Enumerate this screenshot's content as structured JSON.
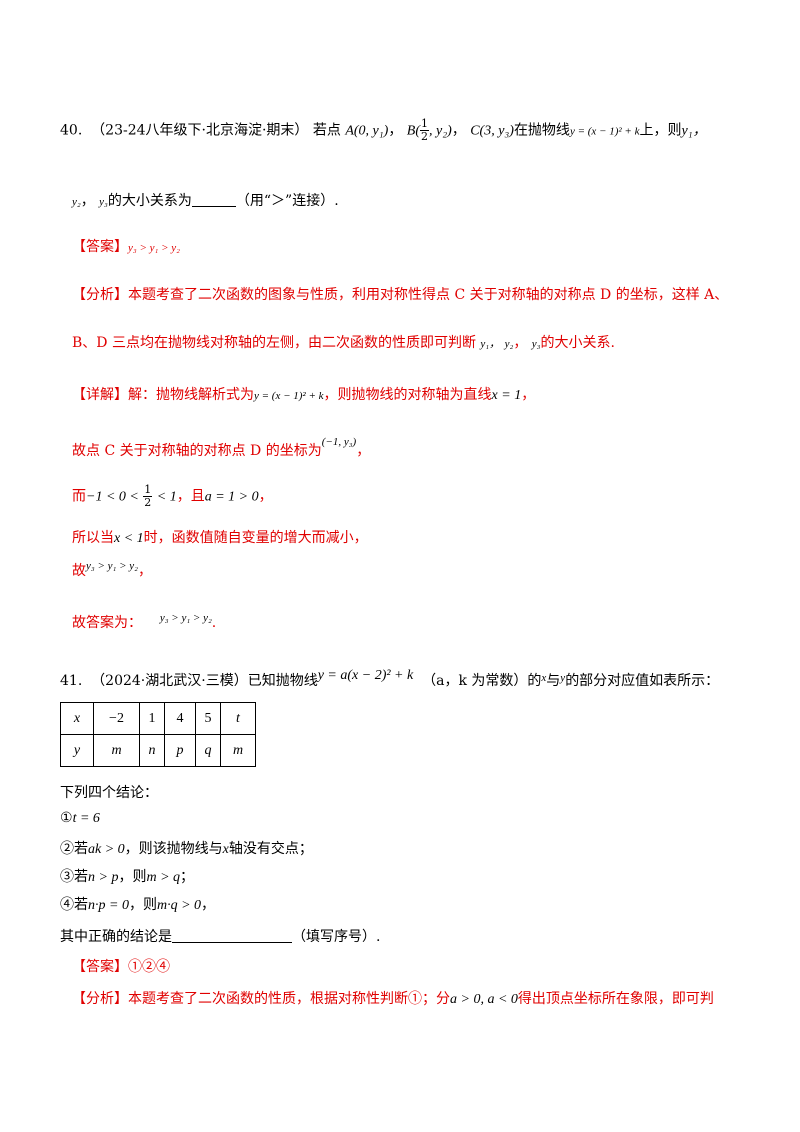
{
  "q40": {
    "number": "40.",
    "source": "（23-24八年级下·北京海淀·期末）",
    "text_a": "若点",
    "pointA": "A(0, y₁)",
    "pointB_pre": "B(",
    "pointB_num": "1",
    "pointB_den": "2",
    "pointB_post": ", y₂)",
    "pointC": "C(3, y₃)",
    "text_b": "在抛物线",
    "parabola": "y = (x − 1)² + k",
    "text_c": "上，则",
    "y1": "y₁，",
    "line2_y2": "y₂",
    "line2_y3": "y₃",
    "text_d": "的大小关系为",
    "text_e": "（用“＞”连接）.",
    "answer_label": "【答案】",
    "answer": "y₃ > y₁ > y₂",
    "analysis_label": "【分析】",
    "analysis_1": "本题考查了二次函数的图象与性质，利用对称性得点 C 关于对称轴的对称点 D 的坐标，这样 A、",
    "analysis_2a": "B、D 三点均在抛物线对称轴的左侧，由二次函数的性质即可判断",
    "analysis_2b": "的大小关系.",
    "detail_label": "【详解】",
    "detail_1a": "解：抛物线解析式为",
    "detail_1_formula": "y = (x − 1)² + k",
    "detail_1b": "，则抛物线的对称轴为直线",
    "detail_1_axis": "x = 1",
    "detail_1c": "，",
    "detail_2a": "故点 C 关于对称轴的对称点 D 的坐标为",
    "detail_2_coord": "(−1, y₃)",
    "detail_2b": "，",
    "detail_3a": "而",
    "detail_3_ineq_a": "−1 < 0 <",
    "detail_3_num": "1",
    "detail_3_den": "2",
    "detail_3_ineq_b": "< 1",
    "detail_3b": "，且",
    "detail_3_cond": "a = 1 > 0",
    "detail_3c": "，",
    "detail_4a": "所以当",
    "detail_4_cond": "x < 1",
    "detail_4b": "时，函数值随自变量的增大而减小，",
    "detail_5a": "故",
    "detail_5_rel": "y₃ > y₁ > y₂",
    "detail_5b": "，",
    "detail_6a": "故答案为：",
    "detail_6_rel": "y₃ > y₁ > y₂",
    "detail_6b": "."
  },
  "q41": {
    "number": "41.",
    "source": "（2024·湖北武汉·三模）",
    "text_a": "已知抛物线",
    "parabola": "y = a(x − 2)² + k",
    "text_b": "（a，k 为常数）的",
    "var_x": "x",
    "text_c": "与",
    "var_y": "y",
    "text_d": "的部分对应值如表所示：",
    "table": {
      "row_x": [
        "x",
        "−2",
        "1",
        "4",
        "5",
        "t"
      ],
      "row_y": [
        "y",
        "m",
        "n",
        "p",
        "q",
        "m"
      ]
    },
    "intro": "下列四个结论：",
    "c1_mark": "①",
    "c1": "t = 6",
    "c2_mark": "②若",
    "c2_cond": "ak > 0",
    "c2_text": "，则该抛物线与",
    "c2_x": "x",
    "c2_tail": "轴没有交点；",
    "c3_mark": "③若",
    "c3_cond": "n > p",
    "c3_mid": "，则",
    "c3_res": "m > q",
    "c3_tail": "；",
    "c4_mark": "④若",
    "c4_cond": "n·p = 0",
    "c4_mid": "，则",
    "c4_res": "m·q > 0",
    "c4_tail": "，",
    "question_a": "其中正确的结论是",
    "question_b": "（填写序号）.",
    "answer_label": "【答案】",
    "answer": "①②④",
    "analysis_label": "【分析】",
    "analysis_a": "本题考查了二次函数的性质，根据对称性判断①；分",
    "analysis_cond": "a > 0, a < 0",
    "analysis_b": "得出顶点坐标所在象限，即可判"
  },
  "colors": {
    "text": "#000000",
    "answer_red": "#e00000",
    "background": "#ffffff"
  }
}
